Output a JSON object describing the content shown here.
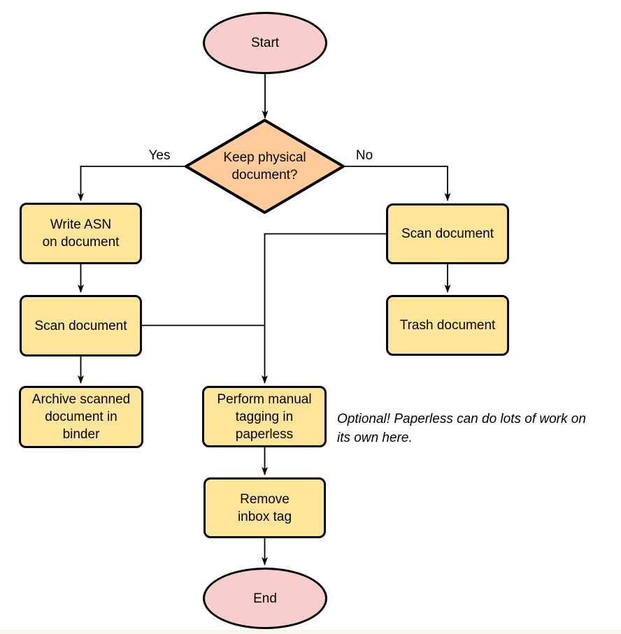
{
  "colors": {
    "terminal_fill": "#f8cecc",
    "decision_fill": "#ffcc99",
    "process_fill": "#ffe599",
    "stroke": "#000000",
    "background": "#ffffff"
  },
  "nodes": {
    "start": {
      "label": "Start",
      "type": "terminal"
    },
    "decision": {
      "label": "Keep physical\ndocument?",
      "type": "decision"
    },
    "write_asn": {
      "label": "Write ASN\non document",
      "type": "process"
    },
    "scan_left": {
      "label": "Scan document",
      "type": "process"
    },
    "archive": {
      "label": "Archive scanned\ndocument in\nbinder",
      "type": "process"
    },
    "scan_right": {
      "label": "Scan document",
      "type": "process"
    },
    "trash": {
      "label": "Trash document",
      "type": "process"
    },
    "tagging": {
      "label": "Perform manual\ntagging in\npaperless",
      "type": "process"
    },
    "remove_inbox": {
      "label": "Remove\ninbox tag",
      "type": "process"
    },
    "end": {
      "label": "End",
      "type": "terminal"
    }
  },
  "edge_labels": {
    "yes": "Yes",
    "no": "No"
  },
  "note": {
    "text": "Optional! Paperless can do lots of work on\nits own here."
  }
}
